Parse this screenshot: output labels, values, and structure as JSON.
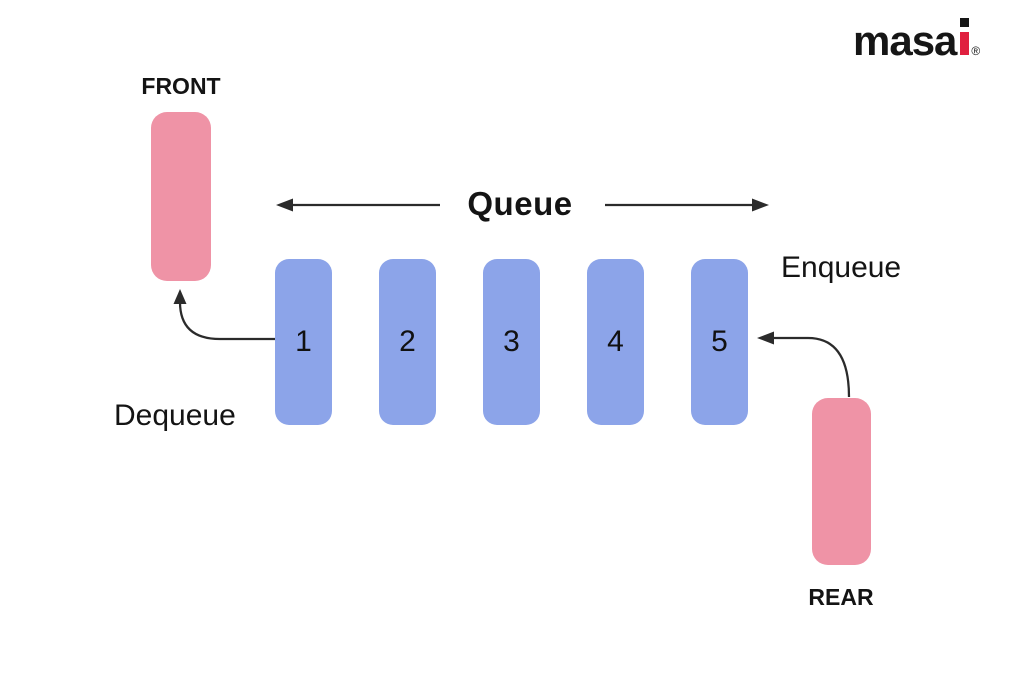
{
  "logo": {
    "text": "masa",
    "letter_i": "i",
    "registered": "®"
  },
  "diagram": {
    "title": "Queue",
    "front_label": "FRONT",
    "rear_label": "REAR",
    "enqueue_label": "Enqueue",
    "dequeue_label": "Dequeue",
    "queue_items": [
      "1",
      "2",
      "3",
      "4",
      "5"
    ]
  },
  "colors": {
    "pink": "#EF93A6",
    "blue": "#8CA4E9",
    "line": "#2B2B2B",
    "text": "#161616",
    "logo_accent": "#E0203F"
  }
}
